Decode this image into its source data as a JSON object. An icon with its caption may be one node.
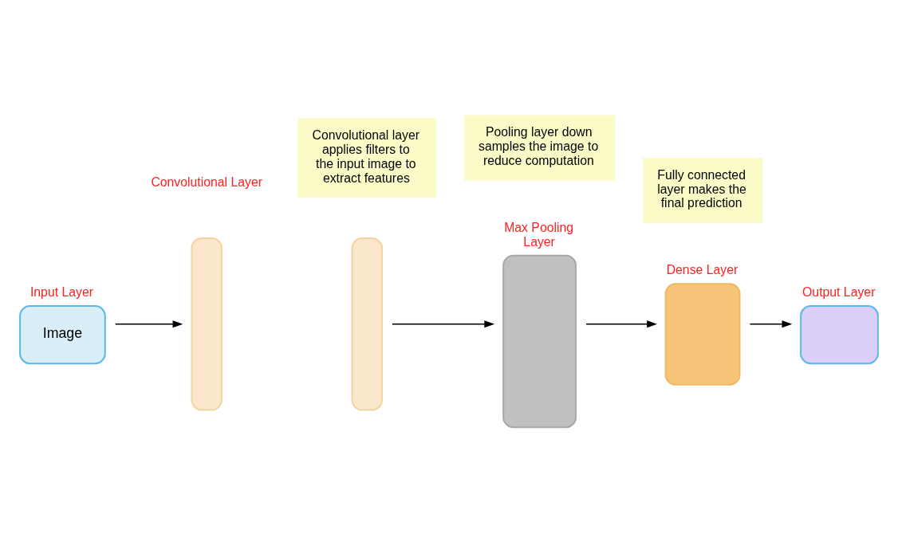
{
  "diagram": {
    "nodes": [
      {
        "text": [
          "Input Layer",
          "Image"
        ]
      },
      {
        "text": [],
        "shape": "bar"
      },
      {
        "text": [],
        "shape": "bar"
      },
      {
        "text": [
          "Max Pooling Layer"
        ]
      },
      {
        "text": [
          "Dense Layer"
        ]
      },
      {
        "text": [
          "Output Layer"
        ]
      },
      {
        "text": [
          "Convolutional layer applies filters to the input image to extract features"
        ]
      },
      {
        "text": [
          "Pooling layer down samples the image to reduce computation"
        ]
      },
      {
        "text": [
          "Fully connected layer makes the final prediction"
        ]
      }
    ],
    "edges": [
      {
        "from": 0,
        "to": 1,
        "arrow": "to"
      },
      {
        "from": 2,
        "to": 3,
        "arrow": "to"
      },
      {
        "from": 3,
        "to": 4,
        "arrow": "to"
      },
      {
        "from": 4,
        "to": 5,
        "arrow": "to"
      }
    ],
    "labels": [
      "Convolutional Layer"
    ]
  }
}
